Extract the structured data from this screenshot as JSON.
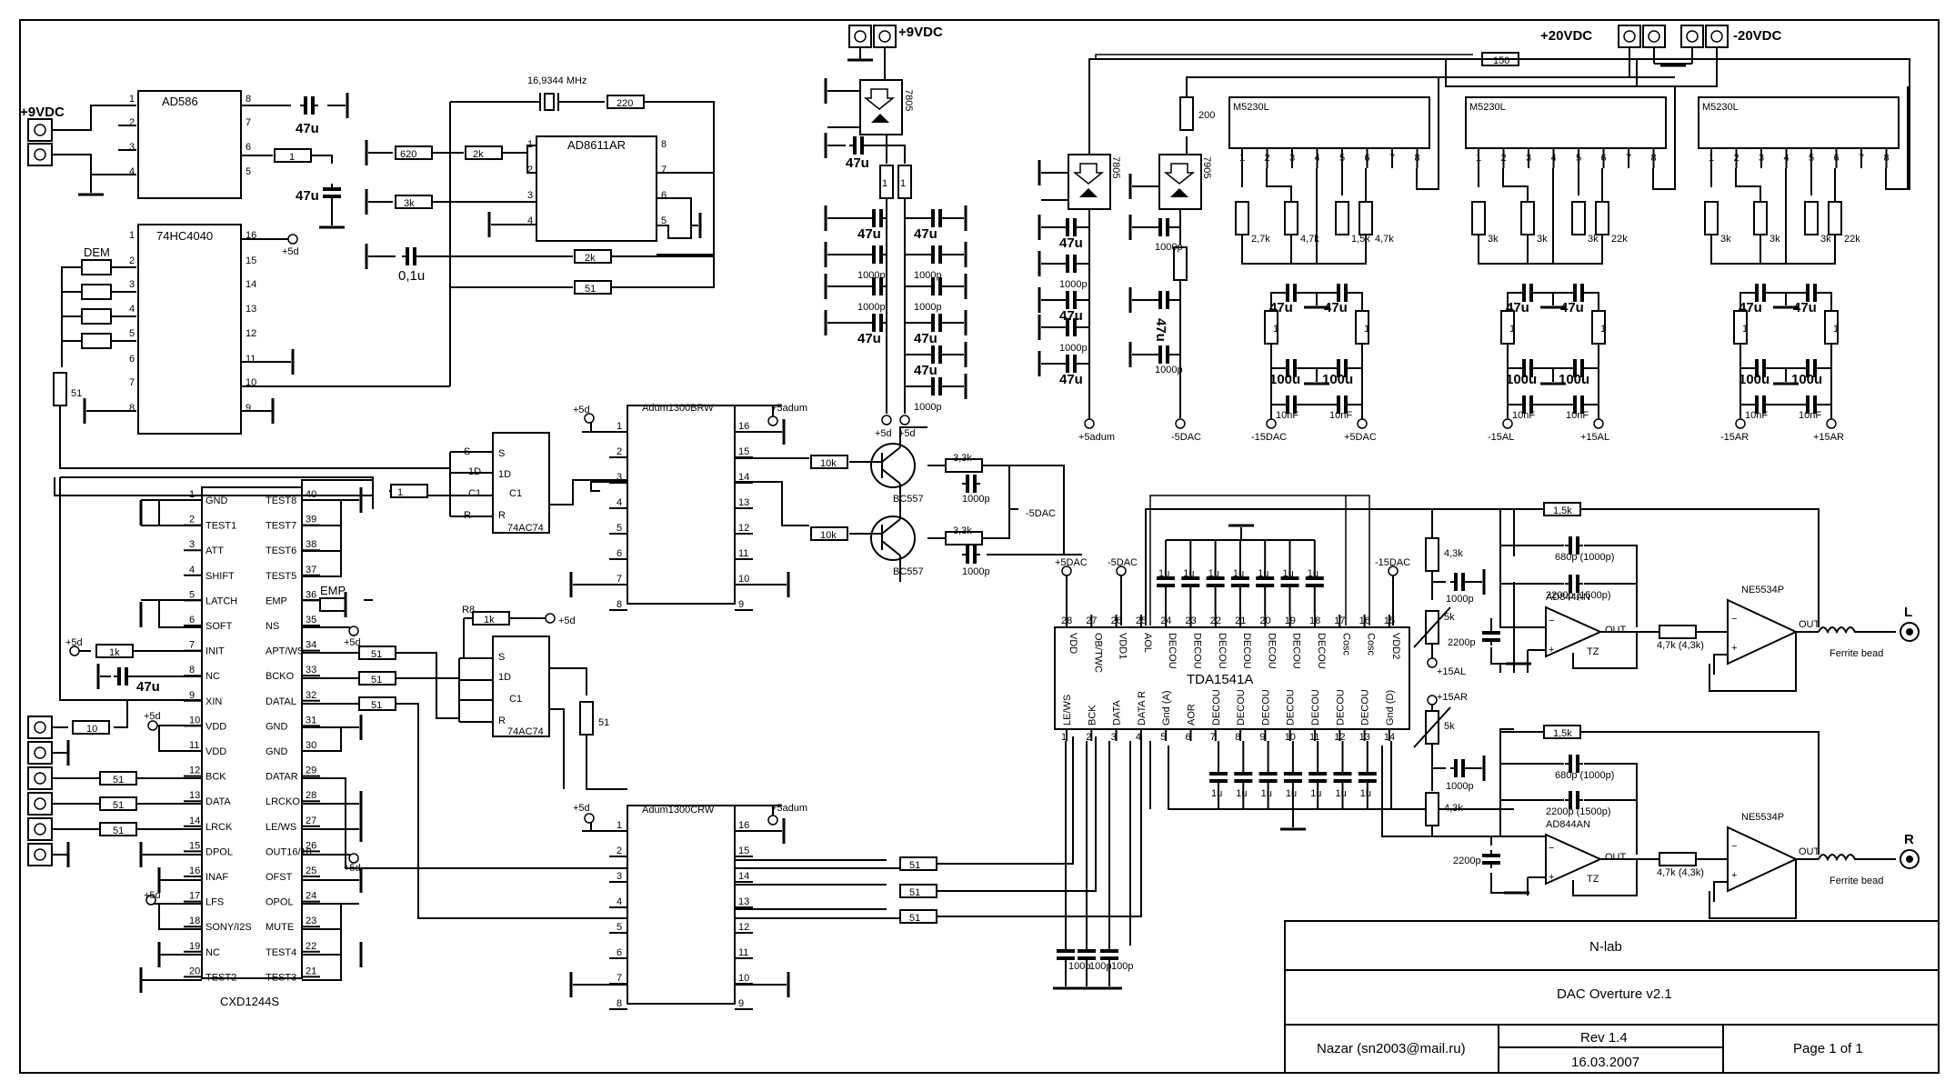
{
  "title_block": {
    "company": "N-lab",
    "project": "DAC Overture v2.1",
    "author": "Nazar (sn2003@mail.ru)",
    "revision": "Rev 1.4",
    "date": "16.03.2007",
    "page": "Page 1 of 1"
  },
  "chips": {
    "ad586": "AD586",
    "hc4040": "74HC4040",
    "ad8611": "AD8611AR",
    "crystal": "16,9344 MHz",
    "cxd": "CXD1244S",
    "ff_a": "74AC74",
    "ff_b": "74AC74",
    "adum_a": "Adum1300BRW",
    "adum_b": "Adum1300CRW",
    "tda": "TDA1541A",
    "m5230_a": "M5230L",
    "m5230_b": "M5230L",
    "m5230_c": "M5230L",
    "opamp_l1": "AD844AN",
    "opamp_l2": "NE5534P",
    "opamp_r1": "AD844AN",
    "opamp_r2": "NE5534P",
    "reg_a": "7805",
    "reg_b": "7805",
    "reg_c": "7905",
    "transistor": "BC557"
  },
  "power": {
    "in_9v_left": "+9VDC",
    "in_9v_top": "+9VDC",
    "in_20v_pos": "+20VDC",
    "in_20v_neg": "-20VDC",
    "rail_5d": "+5d",
    "rail_5adum": "+5adum",
    "rail_m5dac": "-5DAC",
    "rail_m15dac": "-15DAC",
    "rail_p5dac": "+5DAC",
    "rail_m15al": "-15AL",
    "rail_p15al": "+15AL",
    "rail_m15ar": "-15AR",
    "rail_p15ar": "+15AR"
  },
  "cxd_pins_left": [
    {
      "n": "1",
      "name": "GND"
    },
    {
      "n": "2",
      "name": "TEST1"
    },
    {
      "n": "3",
      "name": "ATT"
    },
    {
      "n": "4",
      "name": "SHIFT"
    },
    {
      "n": "5",
      "name": "LATCH"
    },
    {
      "n": "6",
      "name": "SOFT"
    },
    {
      "n": "7",
      "name": "INIT"
    },
    {
      "n": "8",
      "name": "NC"
    },
    {
      "n": "9",
      "name": "XIN"
    },
    {
      "n": "10",
      "name": "VDD"
    },
    {
      "n": "11",
      "name": "VDD"
    },
    {
      "n": "12",
      "name": "BCK"
    },
    {
      "n": "13",
      "name": "DATA"
    },
    {
      "n": "14",
      "name": "LRCK"
    },
    {
      "n": "15",
      "name": "DPOL"
    },
    {
      "n": "16",
      "name": "INAF"
    },
    {
      "n": "17",
      "name": "LFS"
    },
    {
      "n": "18",
      "name": "SONY/I2S"
    },
    {
      "n": "19",
      "name": "NC"
    },
    {
      "n": "20",
      "name": "TEST2"
    }
  ],
  "cxd_pins_right": [
    {
      "n": "40",
      "name": "TEST8"
    },
    {
      "n": "39",
      "name": "TEST7"
    },
    {
      "n": "38",
      "name": "TEST6"
    },
    {
      "n": "37",
      "name": "TEST5"
    },
    {
      "n": "36",
      "name": "EMP"
    },
    {
      "n": "35",
      "name": "NS"
    },
    {
      "n": "34",
      "name": "APT/WS"
    },
    {
      "n": "33",
      "name": "BCKO"
    },
    {
      "n": "32",
      "name": "DATAL"
    },
    {
      "n": "31",
      "name": "GND"
    },
    {
      "n": "30",
      "name": "GND"
    },
    {
      "n": "29",
      "name": "DATAR"
    },
    {
      "n": "28",
      "name": "LRCKO"
    },
    {
      "n": "27",
      "name": "LE/WS"
    },
    {
      "n": "26",
      "name": "OUT16/18"
    },
    {
      "n": "25",
      "name": "OFST"
    },
    {
      "n": "24",
      "name": "OPOL"
    },
    {
      "n": "23",
      "name": "MUTE"
    },
    {
      "n": "22",
      "name": "TEST4"
    },
    {
      "n": "21",
      "name": "TEST3"
    }
  ],
  "tda_pins_top": [
    {
      "n": "28",
      "name": "VDD"
    },
    {
      "n": "27",
      "name": "OB/TWC"
    },
    {
      "n": "26",
      "name": "VDD1"
    },
    {
      "n": "25",
      "name": "AOL"
    },
    {
      "n": "24",
      "name": "DECOU"
    },
    {
      "n": "23",
      "name": "DECOU"
    },
    {
      "n": "22",
      "name": "DECOU"
    },
    {
      "n": "21",
      "name": "DECOU"
    },
    {
      "n": "20",
      "name": "DECOU"
    },
    {
      "n": "19",
      "name": "DECOU"
    },
    {
      "n": "18",
      "name": "DECOU"
    },
    {
      "n": "17",
      "name": "Cosc"
    },
    {
      "n": "16",
      "name": "Cosc"
    },
    {
      "n": "15",
      "name": "VDD2"
    }
  ],
  "tda_pins_bottom": [
    {
      "n": "1",
      "name": "LE/WS"
    },
    {
      "n": "2",
      "name": "BCK"
    },
    {
      "n": "3",
      "name": "DATA"
    },
    {
      "n": "4",
      "name": "DATA R"
    },
    {
      "n": "5",
      "name": "Gnd (A)"
    },
    {
      "n": "6",
      "name": "AOR"
    },
    {
      "n": "7",
      "name": "DECOU"
    },
    {
      "n": "8",
      "name": "DECOU"
    },
    {
      "n": "9",
      "name": "DECOU"
    },
    {
      "n": "10",
      "name": "DECOU"
    },
    {
      "n": "11",
      "name": "DECOU"
    },
    {
      "n": "12",
      "name": "DECOU"
    },
    {
      "n": "13",
      "name": "DECOU"
    },
    {
      "n": "14",
      "name": "Gnd (D)"
    }
  ],
  "labels": {
    "dem": "DEM",
    "emp": "EMP",
    "r8": "R8",
    "ferrite": "Ferrite bead",
    "out_l": "L",
    "out_r": "R",
    "r_620": "620",
    "r_2k": "2k",
    "r_3k": "3k",
    "r_220": "220",
    "r_1": "1",
    "r_51": "51",
    "r_10": "10",
    "r_1k": "1k",
    "r_10k": "10k",
    "r_3k3": "3,3k",
    "r_150": "150",
    "r_200": "200",
    "r_2k7": "2,7k",
    "r_4k7": "4,7k",
    "r_1k5": "1,5k",
    "r_22k": "22k",
    "r_4k3": "4,3k",
    "r_5k": "5k",
    "r_1k5b": "1,5k",
    "r_4k7b": "4,7k (4,3k)",
    "c_47u": "47u",
    "c_01u": "0,1u",
    "c_1000p": "1000p",
    "c_100u": "100u",
    "c_10nf": "10nF",
    "c_1u": "1u",
    "c_100p": "100p",
    "c_2200p": "2200p",
    "c_680p": "680p (1000p)",
    "c_2200p15": "2200p (1500p)",
    "out": "OUT",
    "tz": "TZ"
  }
}
